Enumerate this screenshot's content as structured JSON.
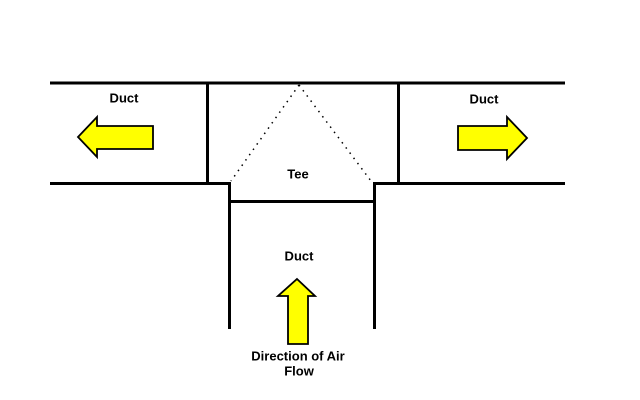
{
  "labels": {
    "left_duct": "Duct",
    "right_duct": "Duct",
    "bottom_duct": "Duct",
    "tee": "Tee",
    "flow_caption_line1": "Direction of Air",
    "flow_caption_line2": "Flow"
  },
  "colors": {
    "background": "#ffffff",
    "line": "#000000",
    "arrow_fill": "#ffff00",
    "arrow_outline": "#000000",
    "text": "#000000"
  }
}
